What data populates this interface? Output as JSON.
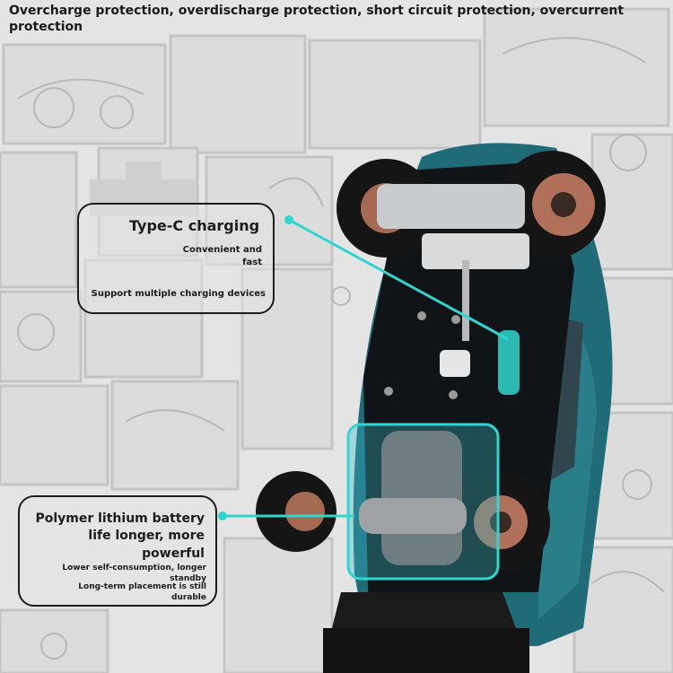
{
  "header": {
    "protection_text": "Overcharge protection, overdischarge protection, short circuit protection, overcurrent protection"
  },
  "charging_callout": {
    "title": "Type-C charging",
    "line1": "Convenient and",
    "line2": "fast",
    "detail": "Support multiple charging devices"
  },
  "battery_callout": {
    "title_line1": "Polymer lithium battery",
    "title_line2": "life longer, more powerful",
    "detail1": "Lower self-consumption, longer standby",
    "detail2_line1": "Long-term placement is still",
    "detail2_line2": "durable"
  },
  "colors": {
    "accent_teal": "#2fd6cf",
    "car_body": "#1f6b78",
    "wheel_rim": "#b0705a",
    "callout_border": "#1c1c1c"
  }
}
